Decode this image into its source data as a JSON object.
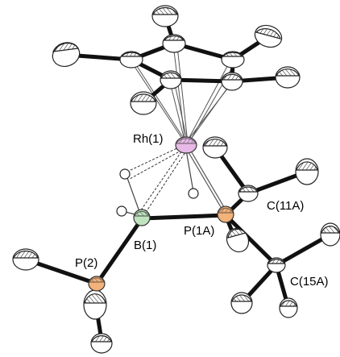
{
  "atom_labels": {
    "rh1": "Rh(1)",
    "b1": "B(1)",
    "p1a": "P(1A)",
    "p2": "P(2)",
    "c11a": "C(11A)",
    "c15a": "C(15A)"
  },
  "colors": {
    "bond": "#111111",
    "ellipsoid_stroke": "#222222",
    "rhodium": "#e7b9e6",
    "boron": "#bfe3bf",
    "phosphorus": "#f3b27a",
    "hydrogen": "#ffffff",
    "carbon": "#ffffff"
  }
}
